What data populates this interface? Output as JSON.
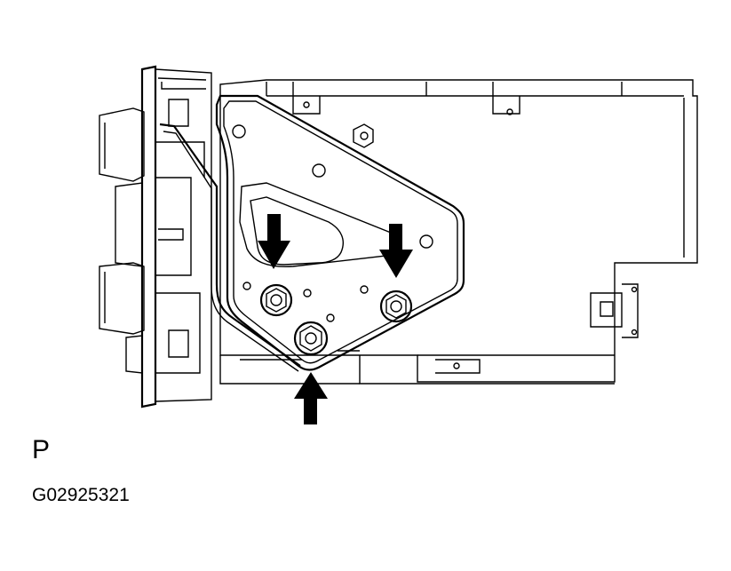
{
  "view_label": "P",
  "figure_id": "G02925321",
  "diagram": {
    "bolts": [
      {
        "name": "bolt-upper-left"
      },
      {
        "name": "bolt-upper-right"
      },
      {
        "name": "bolt-lower-center"
      }
    ],
    "arrows": [
      {
        "name": "arrow-down-left-bolt",
        "direction": "down"
      },
      {
        "name": "arrow-down-right-bolt",
        "direction": "down"
      },
      {
        "name": "arrow-up-lower-bolt",
        "direction": "up"
      }
    ],
    "colors": {
      "line": "#000000",
      "background": "#ffffff"
    }
  }
}
